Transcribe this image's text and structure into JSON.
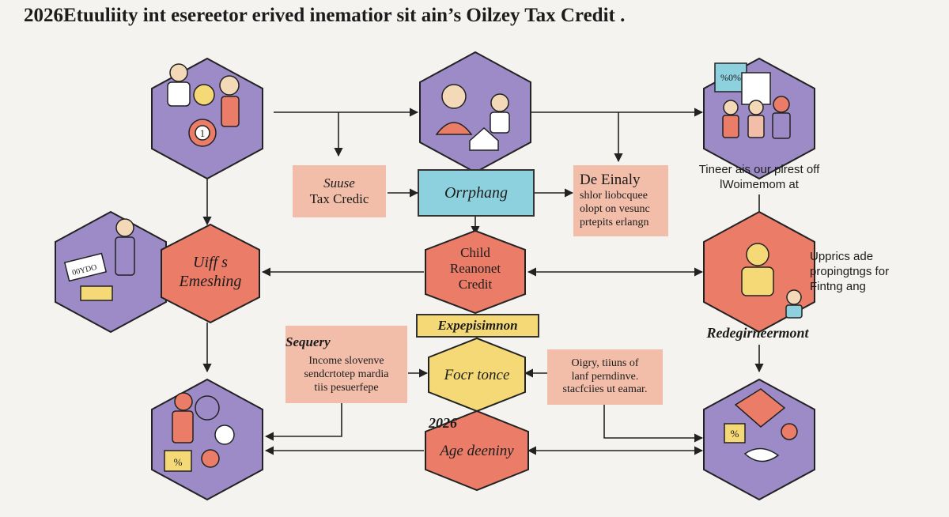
{
  "title": "2026Etuuliity int esereetor erived inematior sit ain’s Oilzey Tax Credit .",
  "nodes": {
    "uifs": [
      "Uiff s",
      "Emeshing"
    ],
    "child": [
      "Child",
      "Reanonet",
      "Credit"
    ],
    "focr": "Focr tonce",
    "age": "Age deeniny",
    "age_tag": "2026"
  },
  "boxes": {
    "suuse": [
      "Suuse",
      "Tax Credic"
    ],
    "orphang": "Orrphang",
    "de_einaly": {
      "title": "De Einaly",
      "lines": [
        "shlor liobcquee",
        "olopt on vesunc",
        "prtepits erlangn"
      ]
    },
    "expep": "Expepisimnon",
    "sequery": "Sequery",
    "income": [
      "Income slovenve",
      "sendcrtotep mardia",
      "tiis pesuerfepe"
    ],
    "oigry": [
      "Oigry, tiiuns of",
      "lanf perndinve.",
      "stacfciies ut eamar."
    ]
  },
  "labels": {
    "tineer": [
      "Tineer ais our plrest off",
      "lWoimemom at"
    ],
    "upprics": [
      "Upprics ade",
      "propingtngs for",
      "Fintng ang"
    ],
    "redeg": "Redegirneermont"
  },
  "icon_text": {
    "percent_top": "%0%",
    "badge_one": "1",
    "card": "00YDO",
    "percent_bottom": "%",
    "percent_right": "%"
  },
  "colors": {
    "purple": "#9d8bc8",
    "coral": "#ea7c68",
    "peach": "#f2bda9",
    "cyan": "#8ed1de",
    "yellow": "#f6d977"
  }
}
